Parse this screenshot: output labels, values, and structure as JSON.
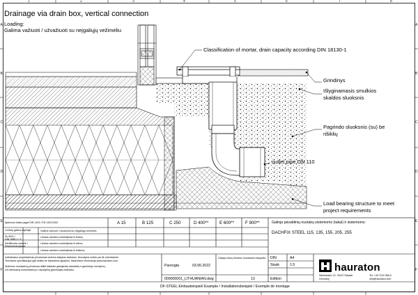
{
  "drawing": {
    "title": "Drainage via drain box, vertical connection",
    "loading_label": "Loading:",
    "loading_value": "Galima važiuoti / užvažiuoti su neįgaliųjų vežimėliu"
  },
  "callouts": {
    "mortar": "Classification of mortar, drain capacity according DIN 18130-1",
    "floor": "Grindinys",
    "leveling_1": "Išlyginamasis smulkios",
    "leveling_2": "skaldos sluoksnis",
    "base_1": "Pagrindo sluoksnis (su) be",
    "base_2": "rišiklių",
    "outlet": "outlet pipe DN 110",
    "load_1": "Load bearing structure to meet",
    "load_2": "project requirements"
  },
  "frame": {
    "top_numbers": [
      "1",
      "2",
      "3",
      "4",
      "5",
      "6",
      "7",
      "8"
    ],
    "side_letters": [
      "A",
      "B",
      "C",
      "D",
      "E",
      "F"
    ]
  },
  "title_block": {
    "load_header": "Apkrovos klasė pagal DIN 1433 / EN 1433:2002",
    "classes": [
      "A 15",
      "B 125",
      "C 250",
      "D 400**",
      "E 600**",
      "F 900**"
    ],
    "rows": [
      {
        "left_top": "Lentelę galima užpildyti",
        "left_bottom": "(žr. C/1-2)",
        "text": "Galima važiuoti / užvažiuoti su neįgaliųjų vežimėliu"
      },
      {
        "left_top": "Su 50% /",
        "left_bottom": "DIN 1986-1 / 3",
        "text": "Lietaus vandens nutekėjimas iš terasų"
      },
      {
        "left_top": "Sertifikuota varnelė /",
        "left_bottom": "Rekomenduojama",
        "text": "Lietaus vandens nutekėjimas iš kiemų"
      },
      {
        "left_top": "",
        "left_bottom": "",
        "text": "Lietaus vandens nutekėjimas iš balkonų"
      }
    ],
    "note_1": "Individualus projektavimas privalomas visiems statybos darbams. Nurodytos vertės yra tik orientacinės.",
    "note_2": "Techninės specifikacijos gali keistis be išankstinio įspėjimo. Išsamesnė informacija www.hauraton.com",
    "note_3": "Sistemos montavimą privaloma atlikti laikantis galiojančių standartų ir gamintojo nurodymų.",
    "note_4": "Už netinkamą sumontavimą ir naudojimą gamintojas neatsako.",
    "released_label": "Parengta",
    "date": "03.06.2022",
    "remark": "Galioja mūsų bendros montavimo taisyklės",
    "scheme_label": "Galioja pavaldinių nuotakų sistemoms (takai) ir sistemoms:",
    "products": "DACHFIX STEEL 115, 135, 155, 205, 255",
    "file": "000000001_LITHUANIAN.dwg",
    "sheet_no": "13",
    "din_label": "DIN",
    "din_value": "A4",
    "scale_label": "Skalė",
    "scale_value": "1:5",
    "edition_label": "Edition",
    "footer": "DF-STEEL Einbaubeispiel/ Example / Installationsbeispiel / Exemple de montage"
  },
  "company": {
    "name": "hauraton",
    "addr_1": "Werkstraße 13, 76437 Rastatt",
    "addr_2": "Germany",
    "contact_1": "Tel: +49 7222 958-0",
    "contact_2": "info@hauraton.com"
  },
  "colors": {
    "line": "#000000",
    "hatch": "#000000",
    "paper": "#ffffff"
  }
}
